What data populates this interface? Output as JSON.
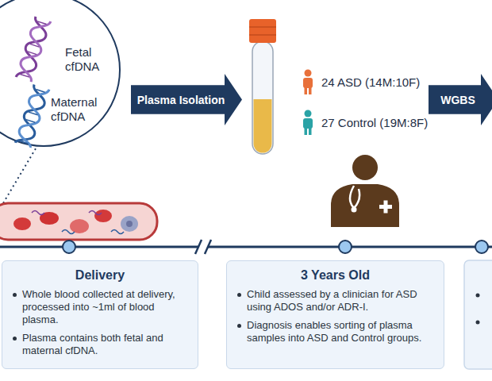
{
  "diagram": {
    "nodes": [
      {
        "text": [
          "Fetal cfDNA",
          "Maternal cfDNA"
        ]
      },
      {
        "text": [
          "Plasma Isolation"
        ]
      },
      {
        "text": [
          "WGBS"
        ]
      },
      {
        "text": [
          "Delivery",
          "Whole blood collected at delivery, processed into ~1ml of blood plasma.",
          "Plasma contains both fetal and maternal cfDNA."
        ]
      },
      {
        "text": [
          "3 Years Old",
          "Child assessed by a clinician for ASD using ADOS and/or ADR-I.",
          "Diagnosis enables sorting of plasma samples into ASD and Control groups."
        ]
      }
    ],
    "labels": [
      "24 ASD (14M:10F)",
      "27 Control (19M:8F)"
    ]
  }
}
